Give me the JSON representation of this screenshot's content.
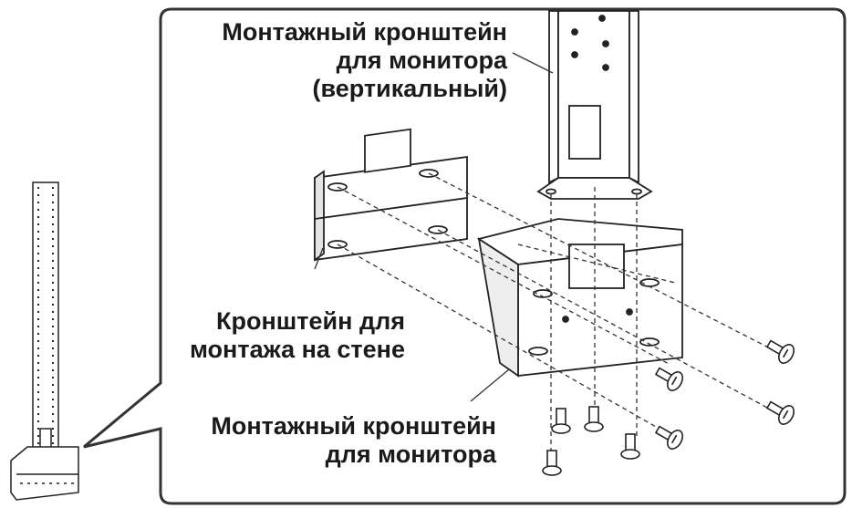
{
  "labels": {
    "vertical_bracket": {
      "line1": "Монтажный кронштейн",
      "line2": "для монитора",
      "line3": "(вертикальный)"
    },
    "wall_bracket": {
      "line1": "Кронштейн для",
      "line2": "монтажа на стене"
    },
    "monitor_bracket": {
      "line1": "Монтажный кронштейн",
      "line2": "для монитора"
    }
  },
  "colors": {
    "ink": "#1a1a1a",
    "frame": "#333333",
    "metal": "#ffffff",
    "shade": "#d9d9d9"
  }
}
